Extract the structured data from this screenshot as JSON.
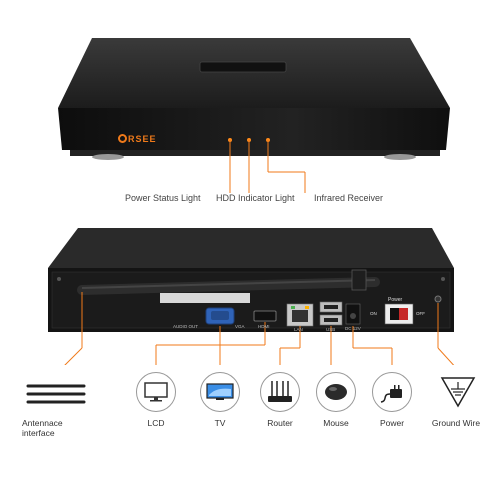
{
  "brand": {
    "logo_text": "RSEE"
  },
  "top_callouts": {
    "power_status": "Power Status Light",
    "hdd_indicator": "HDD Indicator Light",
    "infrared": "Infrared Receiver"
  },
  "panel_labels": {
    "audio_out": "AUDIO OUT",
    "vga": "VGA",
    "hdmi": "HDMI",
    "lan": "LAN",
    "usb": "USB",
    "dc": "DC 12V",
    "power": "Power",
    "on": "ON",
    "off": "OFF"
  },
  "bottom_items": [
    {
      "name": "antenna",
      "caption": "Antennace\ninterface",
      "icon": "antenna-icon"
    },
    {
      "name": "lcd",
      "caption": "LCD",
      "icon": "monitor-icon"
    },
    {
      "name": "tv",
      "caption": "TV",
      "icon": "tv-icon"
    },
    {
      "name": "router",
      "caption": "Router",
      "icon": "router-icon"
    },
    {
      "name": "mouse",
      "caption": "Mouse",
      "icon": "mouse-icon"
    },
    {
      "name": "power",
      "caption": "Power",
      "icon": "power-adapter-icon"
    },
    {
      "name": "ground",
      "caption": "Ground Wire",
      "icon": "ground-icon"
    }
  ],
  "colors": {
    "accent": "#f07a1a",
    "device_body": "#1a1a1a",
    "device_top": "#2b2b2b"
  }
}
